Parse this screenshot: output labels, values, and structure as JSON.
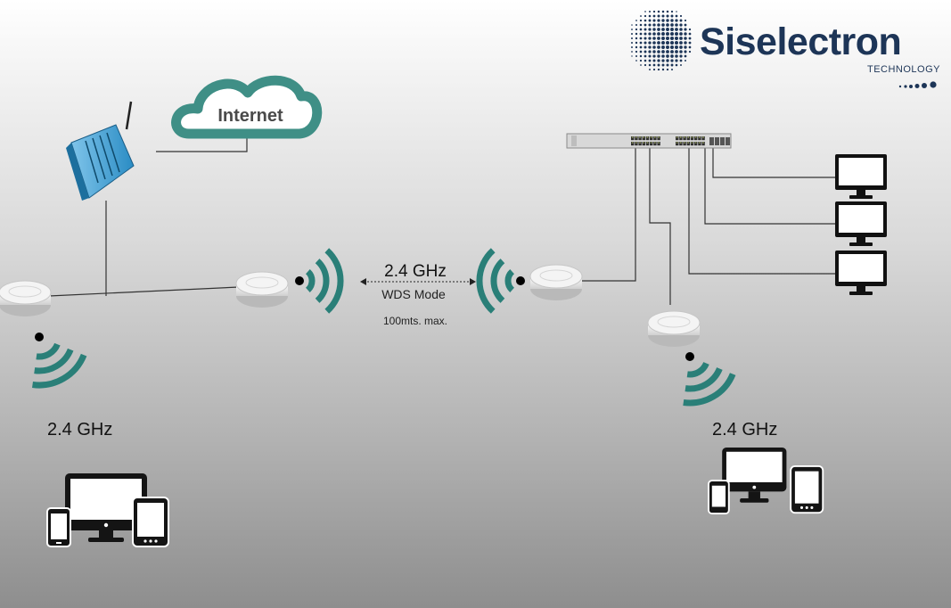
{
  "brand": {
    "name": "Siselectron",
    "tagline": "TECHNOLOGY",
    "color": "#1d3557"
  },
  "cloud": {
    "label": "Internet",
    "color": "#3f8f86"
  },
  "link": {
    "frequency": "2.4 GHz",
    "mode": "WDS Mode",
    "range": "100mts. max."
  },
  "left_coverage": {
    "frequency": "2.4 GHz"
  },
  "right_coverage": {
    "frequency": "2.4 GHz"
  },
  "colors": {
    "wave": "#2a7f78",
    "device": "#1a1a1a",
    "line": "#333333"
  }
}
